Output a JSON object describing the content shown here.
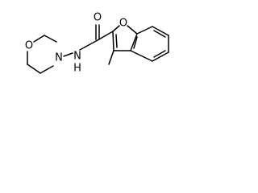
{
  "molecule": {
    "atoms": {
      "morpholine_o": "O",
      "morpholine_n": "N",
      "amide_nh": "N",
      "amide_nh_h": "H",
      "carbonyl_o": "O",
      "furan_o": "O"
    }
  }
}
